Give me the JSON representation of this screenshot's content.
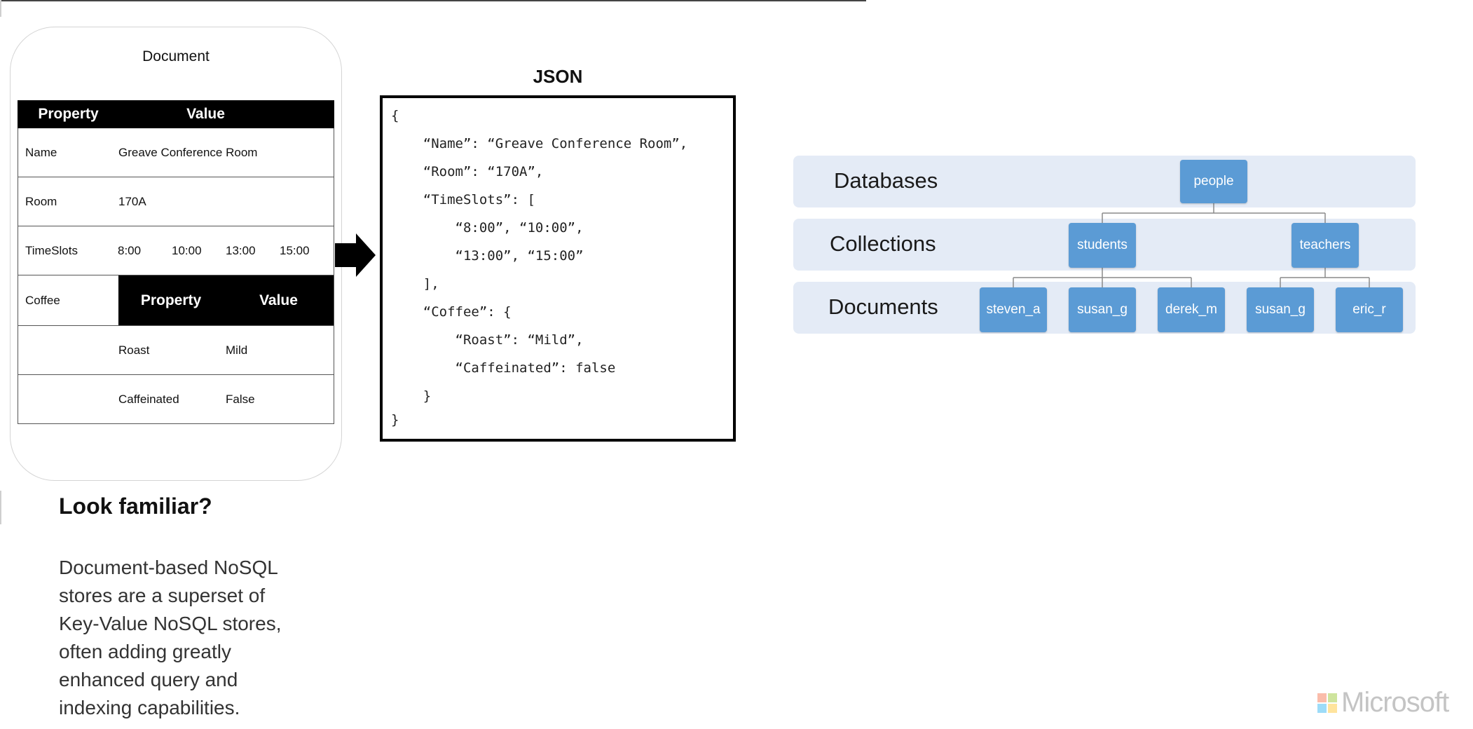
{
  "document_card": {
    "title": "Document",
    "header": {
      "property": "Property",
      "value": "Value"
    },
    "rows": [
      {
        "key": "Name",
        "value": "Greave Conference Room"
      },
      {
        "key": "Room",
        "value": "170A"
      },
      {
        "key": "TimeSlots",
        "slots": [
          "8:00",
          "10:00",
          "13:00",
          "15:00"
        ]
      }
    ],
    "nested": {
      "key": "Coffee",
      "header": {
        "property": "Property",
        "value": "Value"
      },
      "rows": [
        {
          "key": "Roast",
          "value": "Mild"
        },
        {
          "key": "Caffeinated",
          "value": "False"
        }
      ]
    }
  },
  "json_panel": {
    "title": "JSON",
    "lines": [
      "{",
      "    “Name”: “Greave Conference Room”,",
      "    “Room”: “170A”,",
      "    “TimeSlots”: [",
      "        “8:00”, “10:00”,",
      "        “13:00”, “15:00”",
      "    ],",
      "    “Coffee”: {",
      "        “Roast”: “Mild”,",
      "        “Caffeinated”: false",
      "    }",
      "}"
    ]
  },
  "hierarchy": {
    "levels": [
      "Databases",
      "Collections",
      "Documents"
    ],
    "database": "people",
    "collections": [
      "students",
      "teachers"
    ],
    "documents": [
      "steven_a",
      "susan_g",
      "derek_m",
      "susan_g",
      "eric_r"
    ],
    "node_color": "#5b9bd5",
    "band_color": "#e4ebf6"
  },
  "text_block": {
    "heading": "Look familiar?",
    "lines": [
      "Document-based NoSQL",
      "stores are a superset of",
      "Key-Value NoSQL stores,",
      "often adding greatly",
      "enhanced query and",
      "indexing capabilities."
    ]
  },
  "logo": {
    "text": "Microsoft",
    "colors": [
      "#f25022",
      "#7fba00",
      "#00a4ef",
      "#ffb900"
    ]
  }
}
